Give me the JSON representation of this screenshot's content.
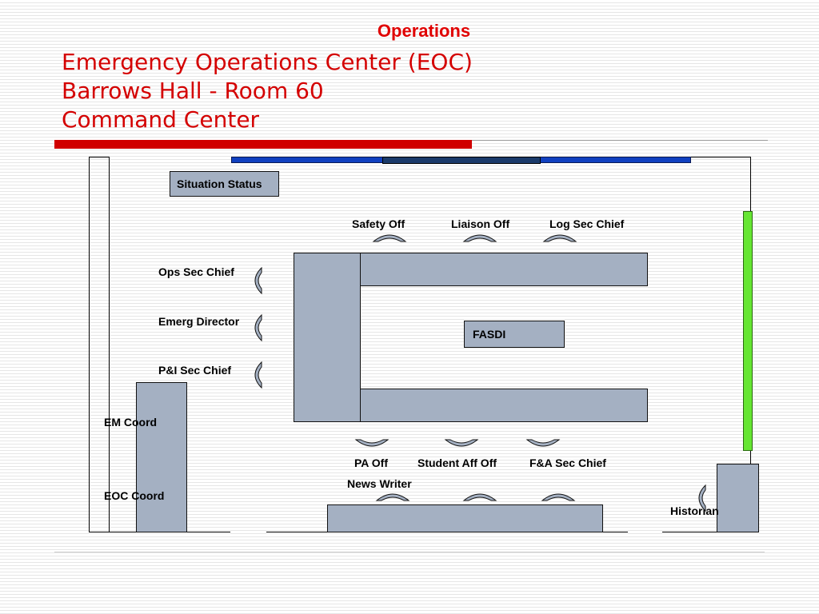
{
  "slide": {
    "section_title": "Operations",
    "title_lines": [
      "Emergency Operations Center (EOC)",
      "Barrows Hall -  Room 60",
      "Command Center"
    ]
  },
  "floor_plan": {
    "colors": {
      "title_red": "#d40000",
      "rule_red": "#d00000",
      "furniture": "#a4b0c2",
      "wall_blue": "#1040c0",
      "screen_dark": "#1a3a6a",
      "wall_green": "#66e633",
      "chair_fill": "#a4b0c2"
    },
    "boxes": {
      "situation_status": "Situation Status",
      "fasdi": "FASDI"
    },
    "labels": {
      "safety_off": "Safety Off",
      "liaison_off": "Liaison Off",
      "log_sec_chief": "Log Sec Chief",
      "ops_sec_chief": "Ops Sec Chief",
      "emerg_director": "Emerg Director",
      "pi_sec_chief": "P&I Sec Chief",
      "em_coord": "EM Coord",
      "eoc_coord": "EOC Coord",
      "pa_off": "PA Off",
      "student_aff_off": "Student Aff Off",
      "fa_sec_chief": "F&A Sec Chief",
      "news_writer": "News Writer",
      "historian": "Historian"
    },
    "icons": [
      "chair-icon"
    ]
  }
}
